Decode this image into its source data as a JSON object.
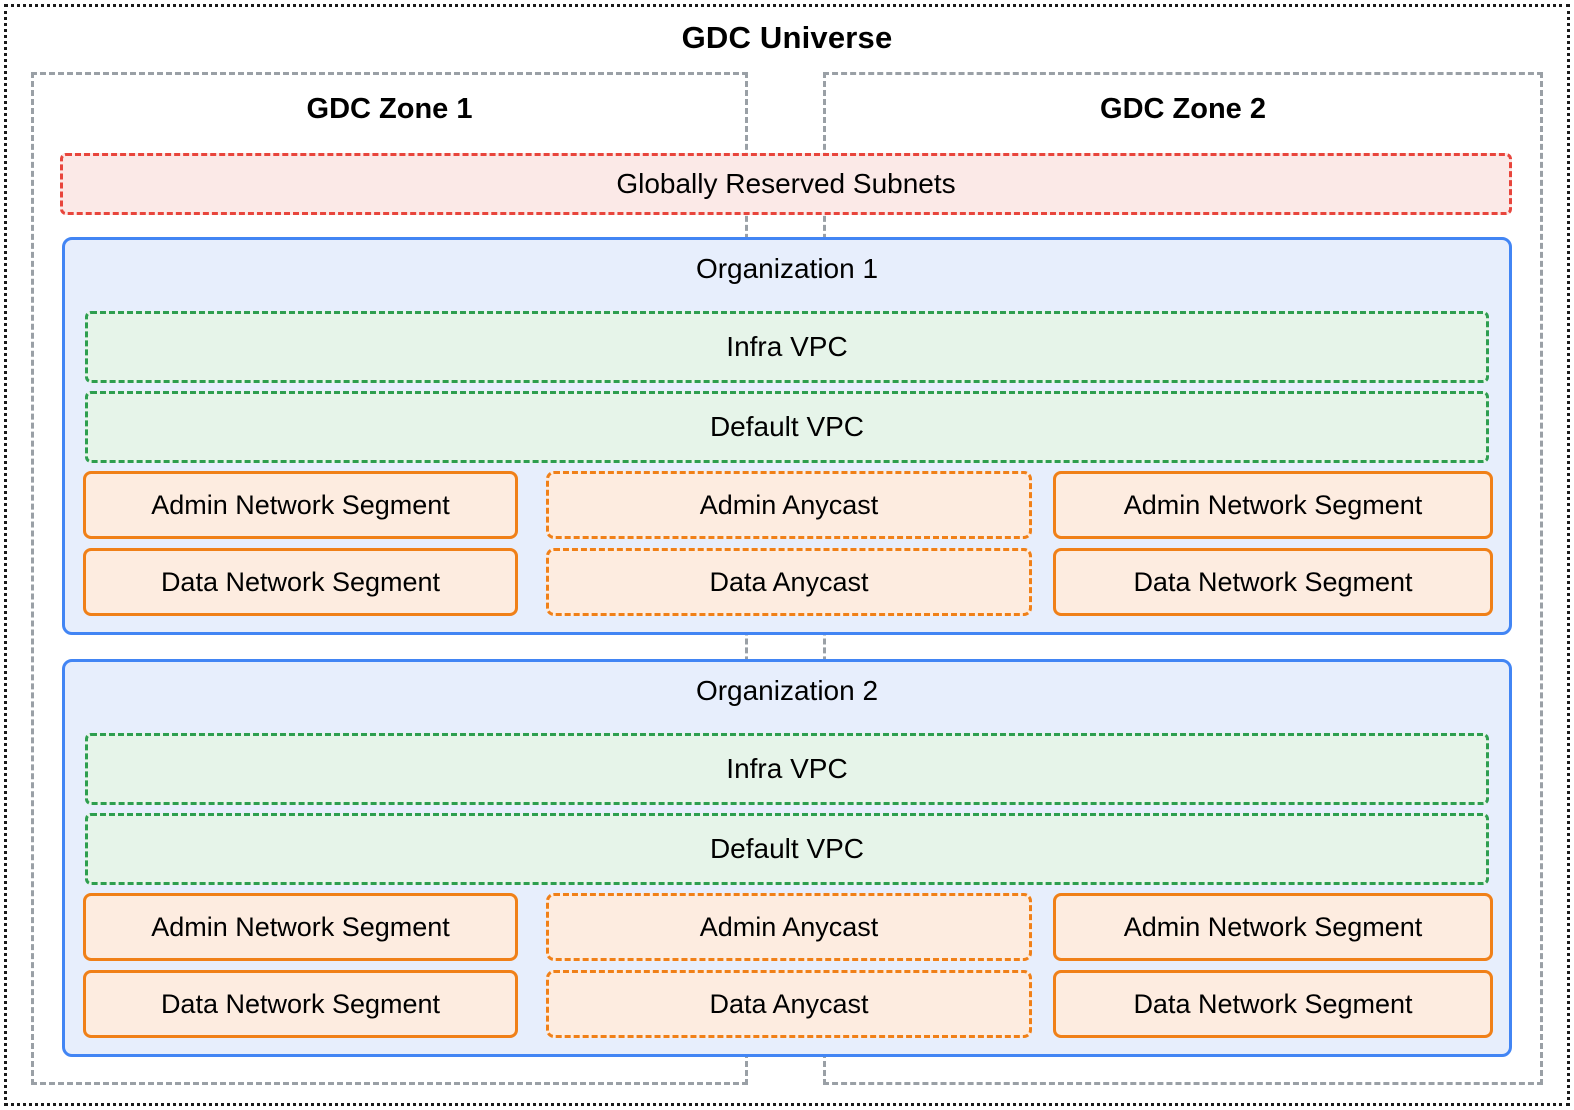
{
  "diagram": {
    "title": "GDC Universe",
    "zones": [
      {
        "id": "zone-1",
        "title": "GDC Zone 1"
      },
      {
        "id": "zone-2",
        "title": "GDC Zone 2"
      }
    ],
    "global_subnets": {
      "label": "Globally Reserved Subnets",
      "border_color": "#e8453c",
      "fill_color": "#fbe9e7",
      "border_style": "dashed"
    },
    "organizations": [
      {
        "id": "org-1",
        "title": "Organization 1",
        "vpcs": [
          {
            "label": "Infra VPC"
          },
          {
            "label": "Default VPC"
          }
        ],
        "rows": [
          {
            "id": "admin",
            "left": "Admin Network Segment",
            "middle": "Admin Anycast",
            "right": "Admin Network Segment"
          },
          {
            "id": "data",
            "left": "Data Network Segment",
            "middle": "Data Anycast",
            "right": "Data Network Segment"
          }
        ]
      },
      {
        "id": "org-2",
        "title": "Organization 2",
        "vpcs": [
          {
            "label": "Infra VPC"
          },
          {
            "label": "Default VPC"
          }
        ],
        "rows": [
          {
            "id": "admin",
            "left": "Admin Network Segment",
            "middle": "Admin Anycast",
            "right": "Admin Network Segment"
          },
          {
            "id": "data",
            "left": "Data Network Segment",
            "middle": "Data Anycast",
            "right": "Data Network Segment"
          }
        ]
      }
    ],
    "colors": {
      "universe_border": "#1a1a1a",
      "zone_border": "#9aa0a6",
      "org_border": "#4285f4",
      "org_fill": "#e7eefc",
      "vpc_border": "#2e9e4f",
      "vpc_fill": "#e6f4e9",
      "segment_border": "#f08018",
      "segment_fill": "#fdece0"
    }
  }
}
